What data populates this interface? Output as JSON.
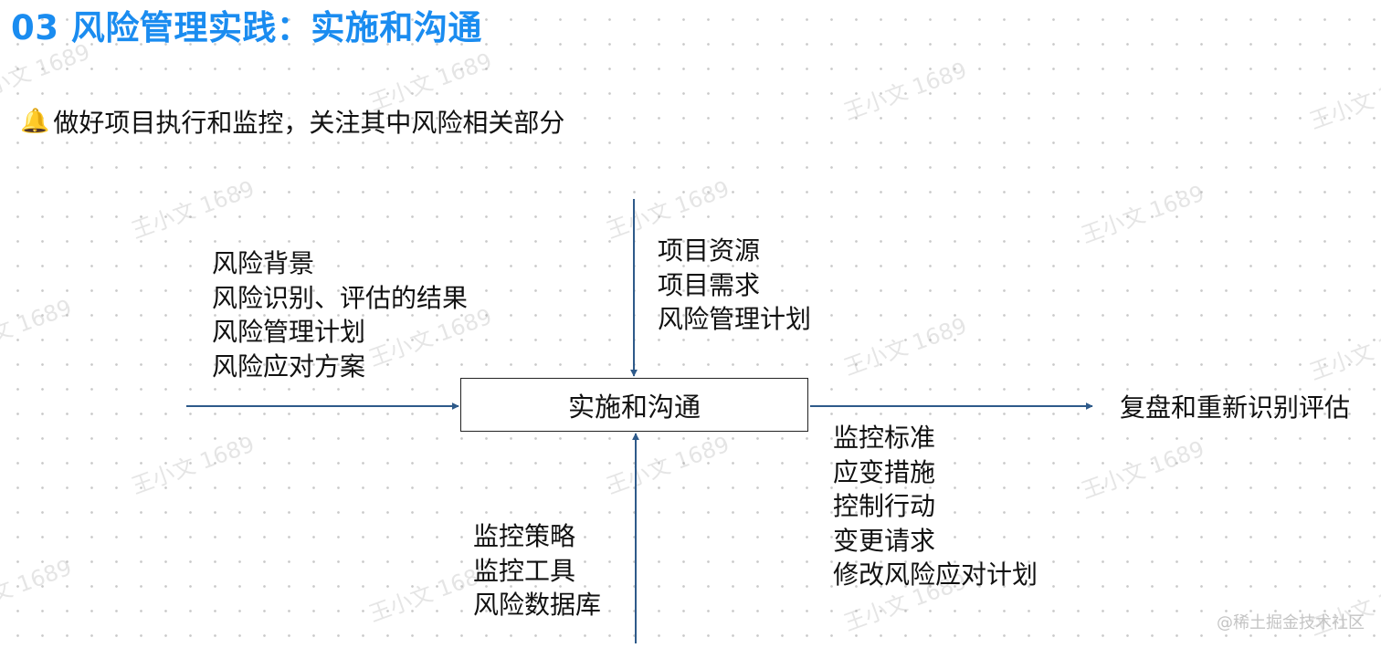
{
  "title": "03 风险管理实践：实施和沟通",
  "subtitle": {
    "icon": "bell-icon",
    "text": "做好项目执行和监控，关注其中风险相关部分"
  },
  "center": "实施和沟通",
  "left_inputs": [
    "风险背景",
    "风险识别、评估的结果",
    "风险管理计划",
    "风险应对方案"
  ],
  "top_inputs": [
    "项目资源",
    "项目需求",
    "风险管理计划"
  ],
  "bottom_inputs": [
    "监控策略",
    "监控工具",
    "风险数据库"
  ],
  "right_outputs": [
    "监控标准",
    "应变措施",
    "控制行动",
    "变更请求",
    "修改风险应对计划"
  ],
  "output_target": "复盘和重新识别评估",
  "watermark": "王小文 1689",
  "site_mark": "@稀土掘金技术社区",
  "colors": {
    "title": "#1a8cf0",
    "arrow": "#2e5a8a"
  }
}
